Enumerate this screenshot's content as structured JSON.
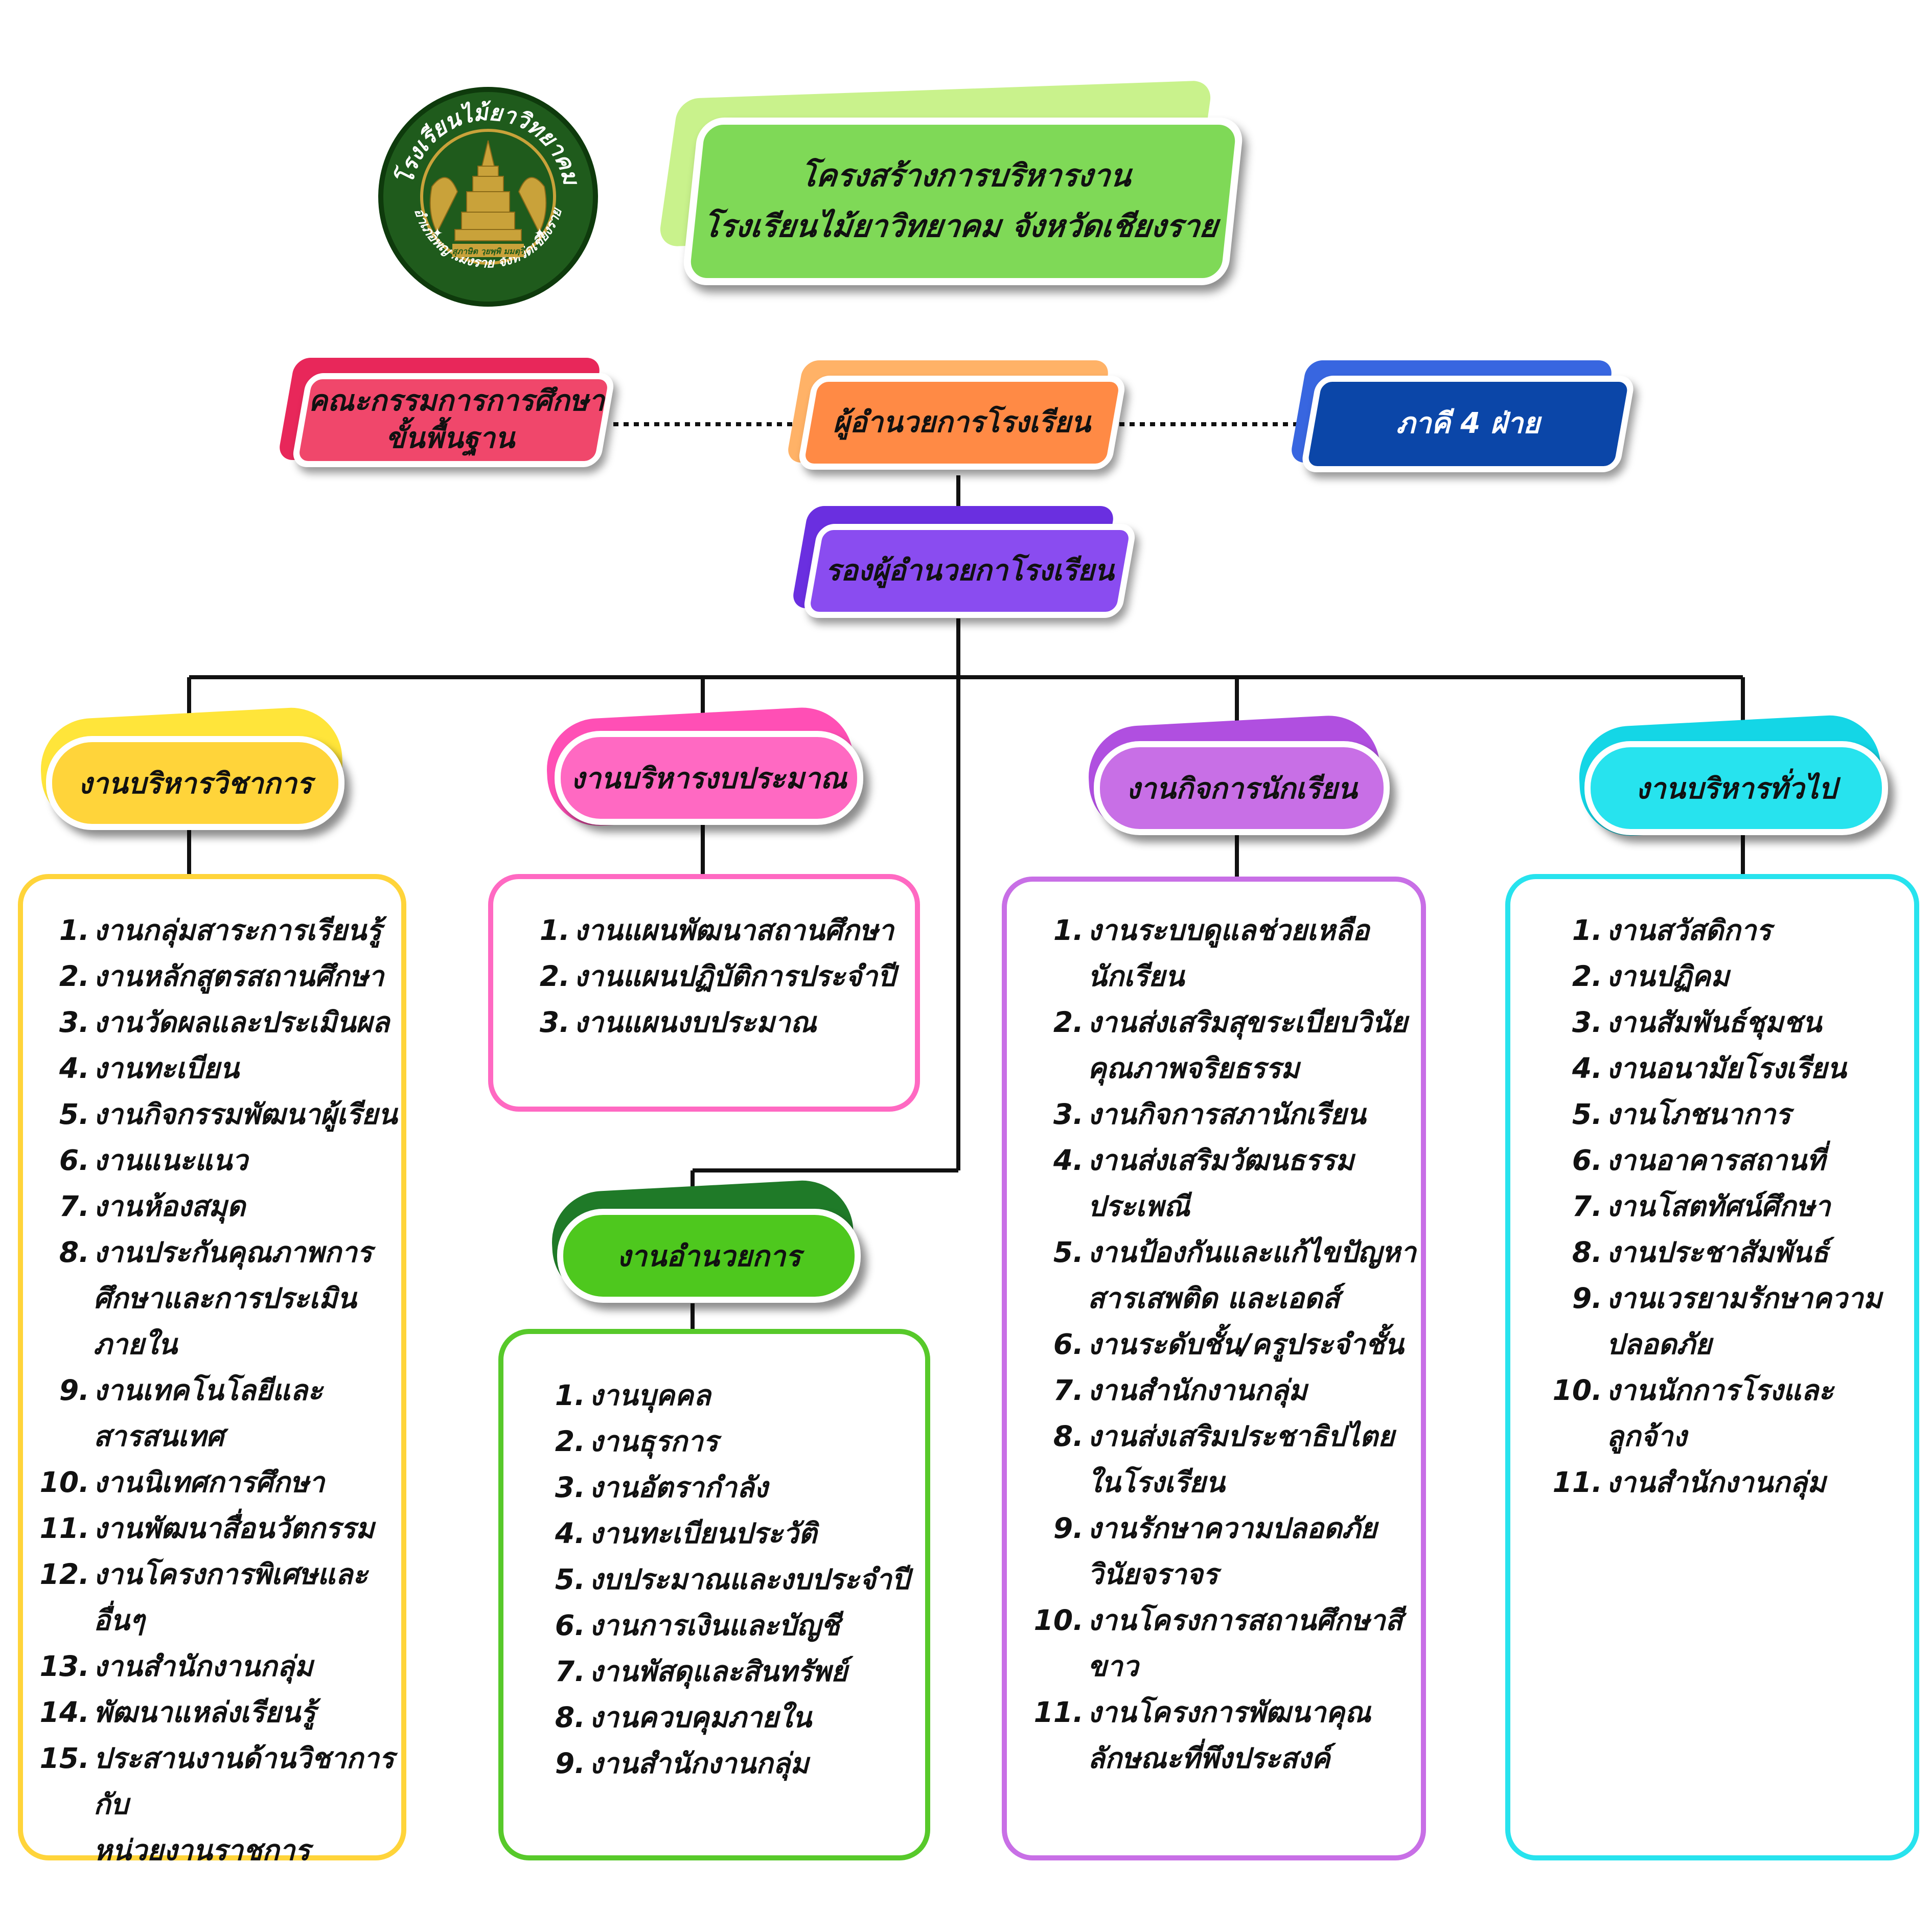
{
  "logo": {
    "ring_text_top": "โรงเรียนไม้ยาวิทยาคม",
    "ring_text_bottom": "อำเภอพญาเม็งราย จังหวัดเชียงราย",
    "motto": "สุภาษิต วฺยพฺพิ มมตฺริ",
    "colors": {
      "ring": "#1f5b1c",
      "ring_edge": "#0e3a0c",
      "text": "#ffffff",
      "emblem": "#c9a23a"
    }
  },
  "title": {
    "line1": "โครงสร้างการบริหารงาน",
    "line2": "โรงเรียนไม้ยาวิทยาคม จังหวัดเชียงราย"
  },
  "roles": {
    "board": {
      "line1": "คณะกรรมการการศึกษา",
      "line2": "ขั้นพื้นฐาน",
      "color": "#f0476b",
      "back": "#e8275a"
    },
    "director": {
      "label": "ผู้อำนวยการโรงเรียน",
      "color": "#ff8a45",
      "back": "#ffb267"
    },
    "partners": {
      "label": "ภาคี 4 ฝ่าย",
      "color": "#0b46a8",
      "back": "#3866e0"
    },
    "deputy": {
      "label": "รองผู้อำนวยกาโรงเรียน",
      "color": "#8a4cf0",
      "back": "#6a2fe0"
    }
  },
  "departments": {
    "academic": {
      "label": "งานบริหารวิชาการ",
      "color": "#ffd43a",
      "back": "#ffe53a",
      "border": "#ffd43a",
      "items": [
        [
          "1.",
          "งานกลุ่มสาระการเรียนรู้"
        ],
        [
          "2.",
          "งานหลักสูตรสถานศึกษา"
        ],
        [
          "3.",
          "งานวัดผลและประเมินผล"
        ],
        [
          "4.",
          "งานทะเบียน"
        ],
        [
          "5.",
          "งานกิจกรรมพัฒนาผู้เรียน"
        ],
        [
          "6.",
          "งานแนะแนว"
        ],
        [
          "7.",
          "งานห้องสมุด"
        ],
        [
          "8.",
          "งานประกันคุณภาพการ"
        ],
        [
          "",
          "ศึกษาและการประเมินภายใน"
        ],
        [
          "9.",
          "งานเทคโนโลยีและ"
        ],
        [
          "",
          "สารสนเทศ"
        ],
        [
          "10.",
          "งานนิเทศการศึกษา"
        ],
        [
          "11.",
          "งานพัฒนาสื่อนวัตกรรม"
        ],
        [
          "12.",
          "งานโครงการพิเศษและอื่นๆ"
        ],
        [
          "13.",
          "งานสำนักงานกลุ่ม"
        ],
        [
          "14.",
          "พัฒนาแหล่งเรียนรู้"
        ],
        [
          "15.",
          "ประสานงานด้านวิชาการกับ"
        ],
        [
          "",
          "หน่วยงานราชการ"
        ]
      ]
    },
    "budget": {
      "label": "งานบริหารงบประมาณ",
      "color": "#ff69c2",
      "back": "#ff4fb5",
      "border": "#ff69c2",
      "items": [
        [
          "1.",
          "งานแผนพัฒนาสถานศึกษา"
        ],
        [
          "2.",
          "งานแผนปฏิบัติการประจำปี"
        ],
        [
          "3.",
          "งานแผนงบประมาณ"
        ]
      ]
    },
    "students": {
      "label": "งานกิจการนักเรียน",
      "color": "#c86fe6",
      "back": "#b04fe0",
      "border": "#c86fe6",
      "items": [
        [
          "1.",
          "งานระบบดูแลช่วยเหลือ"
        ],
        [
          "",
          "นักเรียน"
        ],
        [
          "2.",
          "งานส่งเสริมสุขระเบียบวินัย"
        ],
        [
          "",
          "คุณภาพจริยธรรม"
        ],
        [
          "3.",
          "งานกิจการสภานักเรียน"
        ],
        [
          "4.",
          "งานส่งเสริมวัฒนธรรม"
        ],
        [
          "",
          "ประเพณี"
        ],
        [
          "5.",
          "งานป้องกันและแก้ไขปัญหา"
        ],
        [
          "",
          "สารเสพติด และเอดส์"
        ],
        [
          "6.",
          "งานระดับชั้น/ครูประจำชั้น"
        ],
        [
          "7.",
          "งานสำนักงานกลุ่ม"
        ],
        [
          "8.",
          "งานส่งเสริมประชาธิปไตย"
        ],
        [
          "",
          "ในโรงเรียน"
        ],
        [
          "9.",
          "งานรักษาความปลอดภัย"
        ],
        [
          "",
          "วินัยจราจร"
        ],
        [
          "10.",
          "งานโครงการสถานศึกษาสี"
        ],
        [
          "",
          "ขาว"
        ],
        [
          "11.",
          "งานโครงการพัฒนาคุณ"
        ],
        [
          "",
          "ลักษณะที่พึงประสงค์"
        ]
      ]
    },
    "general": {
      "label": "งานบริหารทั่วไป",
      "color": "#27e3ee",
      "back": "#14d6e6",
      "border": "#27e3ee",
      "items": [
        [
          "1.",
          "งานสวัสดิการ"
        ],
        [
          "2.",
          "งานปฏิคม"
        ],
        [
          "3.",
          "งานสัมพันธ์ชุมชน"
        ],
        [
          "4.",
          "งานอนามัยโรงเรียน"
        ],
        [
          "5.",
          "งานโภชนาการ"
        ],
        [
          "6.",
          "งานอาคารสถานที่"
        ],
        [
          "7.",
          "งานโสตทัศน์ศึกษา"
        ],
        [
          "8.",
          "งานประชาสัมพันธ์"
        ],
        [
          "9.",
          "งานเวรยามรักษาความ"
        ],
        [
          "",
          "ปลอดภัย"
        ],
        [
          "10.",
          "งานนักการโรงและ"
        ],
        [
          "",
          "ลูกจ้าง"
        ],
        [
          "11.",
          "งานสำนักงานกลุ่ม"
        ]
      ]
    },
    "admin": {
      "label": "งานอำนวยการ",
      "color": "#4ec81e",
      "back": "#1f7a28",
      "border": "#57c92a",
      "items": [
        [
          "1.",
          "งานบุคคล"
        ],
        [
          "2.",
          "งานธุรการ"
        ],
        [
          "3.",
          "งานอัตรากำลัง"
        ],
        [
          "4.",
          "งานทะเบียนประวัติ"
        ],
        [
          "5.",
          "งบประมาณและงบประจำปี"
        ],
        [
          "6.",
          "งานการเงินและบัญชี"
        ],
        [
          "7.",
          "งานพัสดุและสินทรัพย์"
        ],
        [
          "8.",
          "งานควบคุมภายใน"
        ],
        [
          "9.",
          "งานสำนักงานกลุ่ม"
        ]
      ]
    }
  }
}
